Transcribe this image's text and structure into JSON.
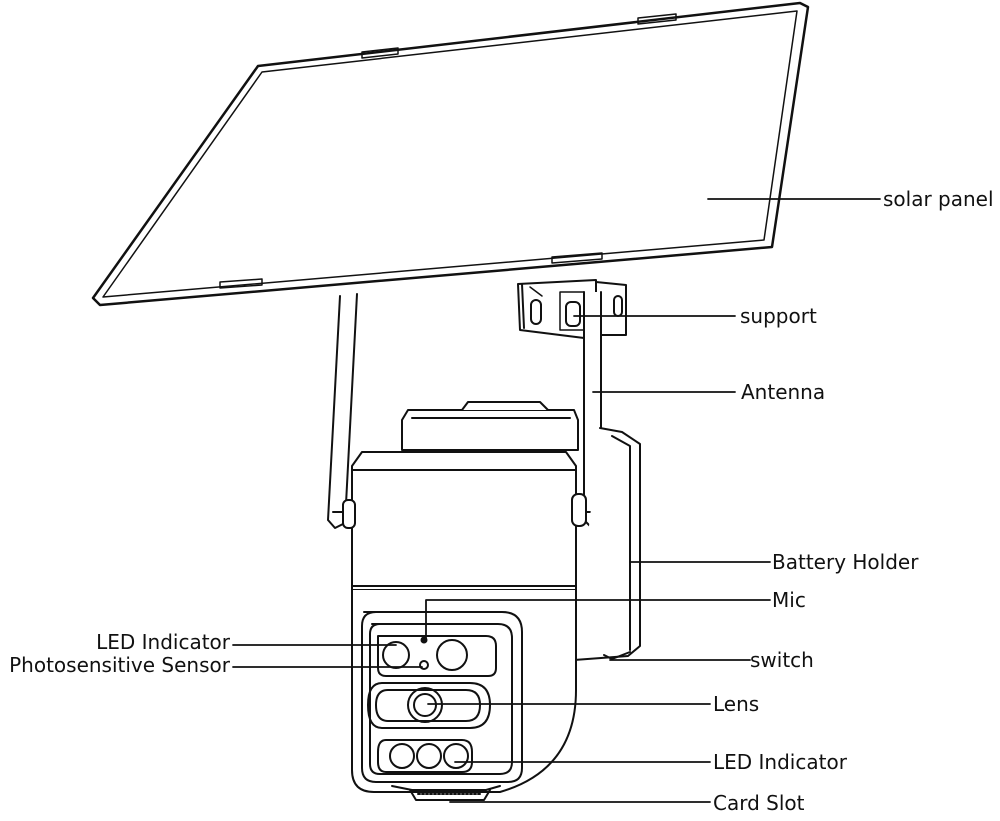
{
  "labels": {
    "solar_panel": "solar panel",
    "support": "support",
    "antenna": "Antenna",
    "battery_holder": "Battery Holder",
    "mic": "Mic",
    "switch": "switch",
    "lens": "Lens",
    "led_indicator_bottom": "LED Indicator",
    "card_slot": "Card Slot",
    "led_indicator_top": "LED Indicator",
    "photosensitive_sensor": "Photosensitive Sensor"
  },
  "colors": {
    "line": "#111111",
    "background": "#ffffff"
  }
}
